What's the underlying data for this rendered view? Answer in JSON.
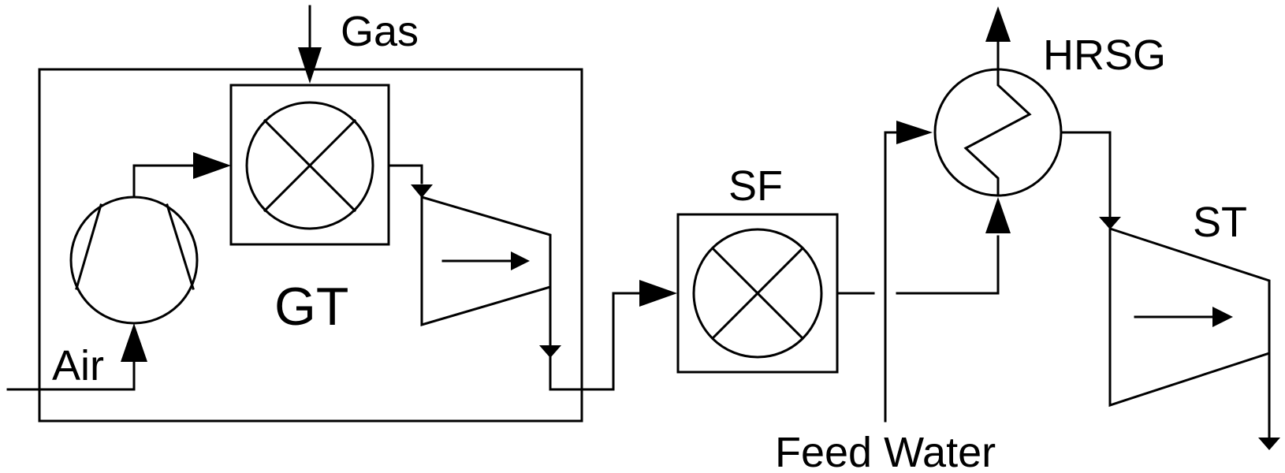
{
  "labels": {
    "gas": "Gas",
    "air": "Air",
    "gas_turbine": "GT",
    "supplementary_firing": "SF",
    "hrsg": "HRSG",
    "steam_turbine": "ST",
    "feed_water": "Feed Water"
  },
  "colors": {
    "stroke": "#000000",
    "background": "#ffffff"
  }
}
